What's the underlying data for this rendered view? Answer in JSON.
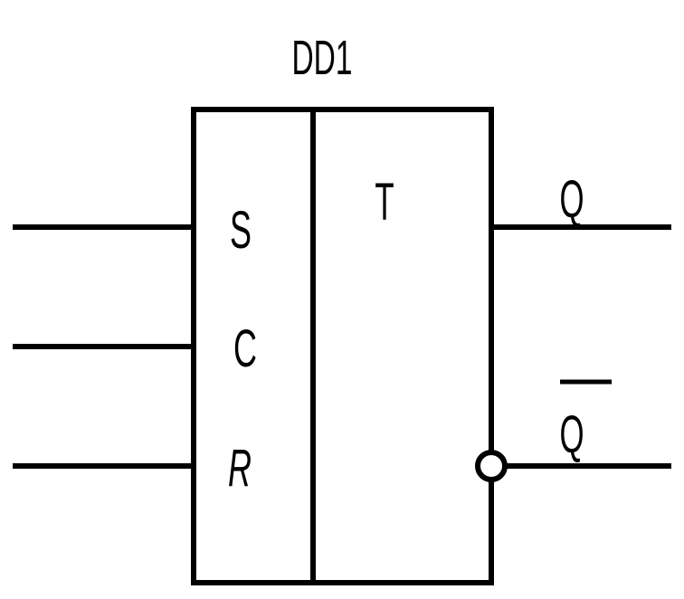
{
  "diagram": {
    "designator": "DD1",
    "function_label": "T",
    "inputs": [
      {
        "id": "s",
        "label": "S"
      },
      {
        "id": "c",
        "label": "C"
      },
      {
        "id": "r",
        "label": "R"
      }
    ],
    "outputs": [
      {
        "id": "q",
        "label": "Q",
        "inverted": false
      },
      {
        "id": "q-bar",
        "label": "Q",
        "inverted": true,
        "overline": true
      }
    ],
    "colors": {
      "line": "#000000",
      "background": "#ffffff"
    }
  }
}
